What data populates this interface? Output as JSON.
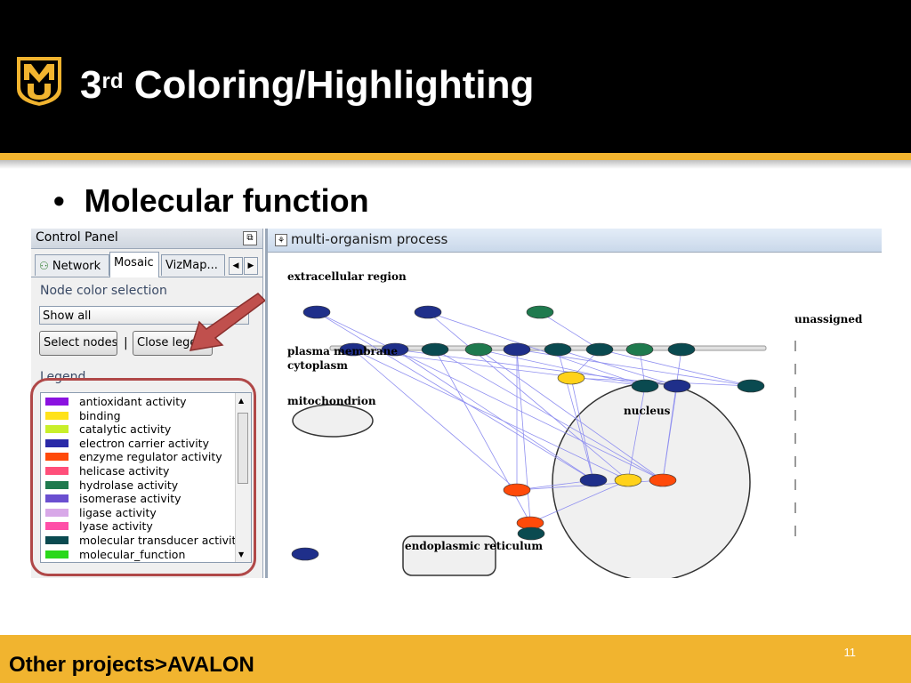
{
  "slide": {
    "title_number": "3",
    "title_suffix": "rd",
    "title_rest": " Coloring/Highlighting",
    "bullet": "Molecular function",
    "footer": "Other projects>AVALON",
    "page_number": "11"
  },
  "colors": {
    "gold": "#f1b42f",
    "header_black": "#000000",
    "highlight_red": "#c0504d"
  },
  "control_panel": {
    "title": "Control Panel",
    "tabs": [
      "Network",
      "Mosaic",
      "VizMap..."
    ],
    "active_tab": "Mosaic",
    "node_color_selection_label": "Node color selection",
    "select_value": "Show all",
    "select_nodes_button": "Select nodes",
    "close_legend_button": "Close legend",
    "legend_label": "Legend",
    "legend": [
      {
        "label": "antioxidant activity",
        "color": "#8a12e0"
      },
      {
        "label": "binding",
        "color": "#ffe21a"
      },
      {
        "label": "catalytic activity",
        "color": "#c8ef2a"
      },
      {
        "label": "electron carrier activity",
        "color": "#2a2aa8"
      },
      {
        "label": "enzyme regulator activity",
        "color": "#ff4a0a"
      },
      {
        "label": "helicase activity",
        "color": "#ff4f7a"
      },
      {
        "label": "hydrolase activity",
        "color": "#1f7a4e"
      },
      {
        "label": "isomerase activity",
        "color": "#6a4fd0"
      },
      {
        "label": "ligase activity",
        "color": "#d8a8e8"
      },
      {
        "label": "lyase activity",
        "color": "#ff4fa8"
      },
      {
        "label": "molecular transducer activit",
        "color": "#0a4a50"
      },
      {
        "label": "molecular_function",
        "color": "#2ad81a"
      }
    ]
  },
  "network": {
    "window_title": "multi-organism process",
    "compartments": {
      "extracellular": "extracellular region",
      "plasma": "plasma membrane",
      "cytoplasm": "cytoplasm",
      "mitochondrion": "mitochondrion",
      "nucleus": "nucleus",
      "er": "endoplasmic reticulum",
      "unassigned": "unassigned"
    }
  }
}
